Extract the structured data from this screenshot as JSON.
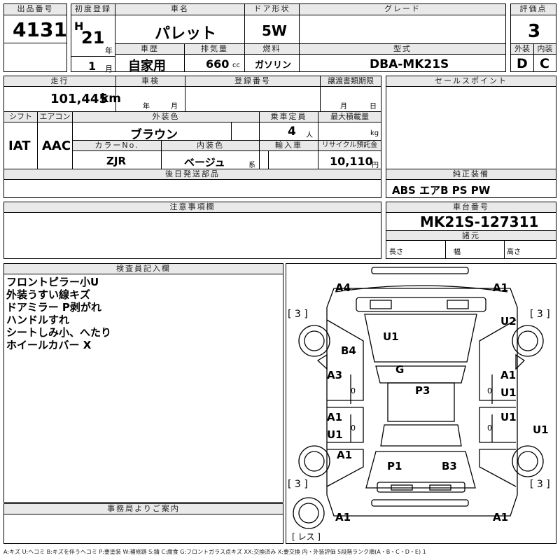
{
  "header": {
    "lot_no_label": "出品番号",
    "lot_no": "4131",
    "first_reg_label": "初度登録",
    "era": "H",
    "year_num": "21",
    "year_unit": "年",
    "month_num": "1",
    "month_unit": "月",
    "car_name_label": "車名",
    "car_name": "パレット",
    "door_label": "ドア形状",
    "door": "5W",
    "grade_label": "グレード",
    "grade": "",
    "score_label": "評価点",
    "score": "3",
    "history_label": "車歴",
    "history": "自家用",
    "displacement_label": "排気量",
    "displacement": "660",
    "displacement_unit": "cc",
    "fuel_label": "燃料",
    "fuel": "ガソリン",
    "model_label": "型式",
    "model": "DBA-MK21S",
    "ext_label": "外装",
    "ext": "D",
    "int_label": "内装",
    "int": "C"
  },
  "details": {
    "mileage_label": "走行",
    "mileage": "101,445",
    "mileage_unit": "km",
    "inspection_label": "車検",
    "inspection_year": "年",
    "inspection_month": "月",
    "reg_no_label": "登録番号",
    "transfer_label": "譲渡書類期限",
    "transfer_month": "月",
    "transfer_day": "日",
    "shift_label": "シフト",
    "shift": "IAT",
    "ac_label": "エアコン",
    "ac": "AAC",
    "ext_color_label": "外装色",
    "ext_color": "ブラウン",
    "capacity_label": "乗車定員",
    "capacity": "4",
    "capacity_unit": "人",
    "max_load_label": "最大積載量",
    "max_load_unit": "kg",
    "color_no_label": "カラーNo.",
    "color_no": "ZJR",
    "int_color_label": "内装色",
    "int_color": "ベージュ",
    "int_color_suffix": "系",
    "import_label": "輸入車",
    "recycle_label": "リサイクル預託金",
    "recycle": "10,110",
    "recycle_unit": "円",
    "later_parts_label": "後日発送部品"
  },
  "sales": {
    "sales_points_label": "セールスポイント",
    "equipment_label": "純正装備",
    "equipment": "ABS エアB PS PW",
    "chassis_label": "車台番号",
    "chassis": "MK21S-127311",
    "spec_label": "諸元",
    "length": "長さ",
    "width": "幅",
    "height": "高さ"
  },
  "notes": {
    "caution_label": "注意事項欄"
  },
  "inspector": {
    "label": "検査員記入欄",
    "lines": [
      "フロントピラー小U",
      "外装うすい線キズ",
      "ドアミラー P剥がれ",
      "ハンドルすれ",
      "シートしみ小、へたり",
      "ホイールカバー X"
    ]
  },
  "office": {
    "label": "事務局よりご案内"
  },
  "diagram": {
    "marks": [
      "A4",
      "A1",
      "U2",
      "B4",
      "U1",
      "G",
      "A3",
      "A1",
      "U1",
      "P3",
      "A1",
      "U1",
      "U1",
      "U1",
      "A1",
      "P1",
      "B3",
      "A1",
      "A1"
    ],
    "tires": [
      "[ 3 ]",
      "[ 3 ]",
      "[ 3 ]",
      "[ 3 ]",
      "[ レス ]"
    ],
    "zeros": [
      "0",
      "0",
      "0",
      "0"
    ]
  },
  "legend": "A:キズ U:ヘコミ B:キズを伴うヘコミ P:要塗装 W:補修跡 S:錆 C:腐食 G:フロントガラス点キズ XX:交換済み X:要交換  内・外装評価 5段階ランク順(A・B・C・D・E) 1"
}
